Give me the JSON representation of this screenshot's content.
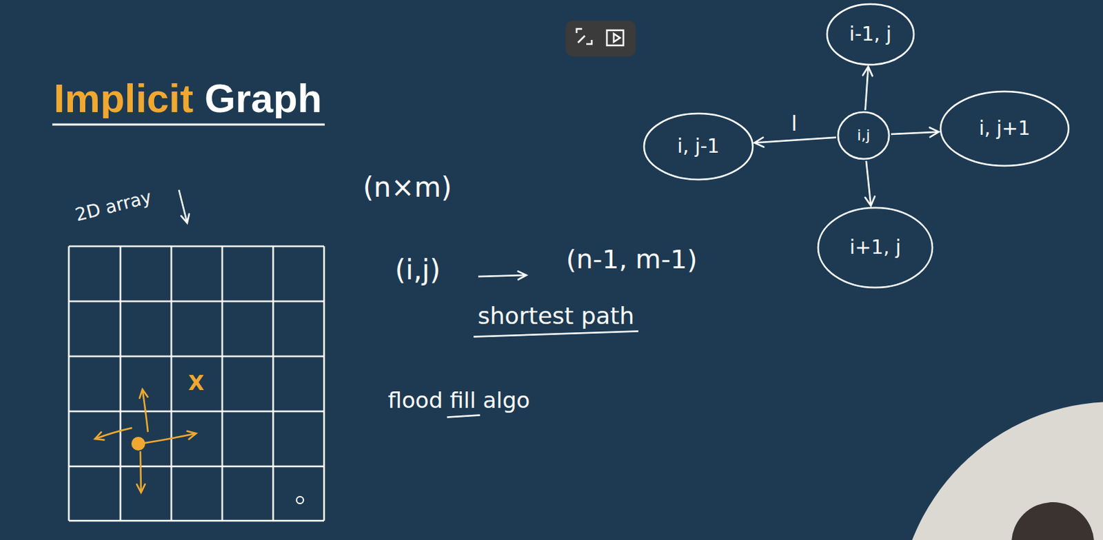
{
  "diagram": {
    "title": "Implicit Graph",
    "nodes": [
      {
        "text": [
          "i-1, j"
        ]
      },
      {
        "text": [
          "i, j-1"
        ]
      },
      {
        "text": [
          "i,j"
        ]
      },
      {
        "text": [
          "i, j+1"
        ]
      },
      {
        "text": [
          "i+1, j"
        ]
      }
    ],
    "edges": [
      {
        "from": 2,
        "to": 0,
        "arrow": "to"
      },
      {
        "from": 2,
        "to": 1,
        "arrow": "to",
        "label": "l"
      },
      {
        "from": 2,
        "to": 3,
        "arrow": "to"
      },
      {
        "from": 2,
        "to": 4,
        "arrow": "to"
      }
    ],
    "labels": [
      "2D array",
      "(n×m)",
      "(i,j)",
      "(n-1, m-1)",
      "shortest path",
      "flood fill algo",
      "X"
    ]
  }
}
